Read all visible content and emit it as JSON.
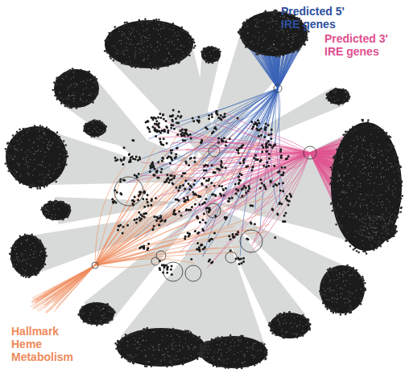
{
  "diagram": {
    "labels": [
      "Predicted 5' IRE genes",
      "Predicted 3' IRE genes",
      "Hallmark Heme Metabolism"
    ]
  }
}
